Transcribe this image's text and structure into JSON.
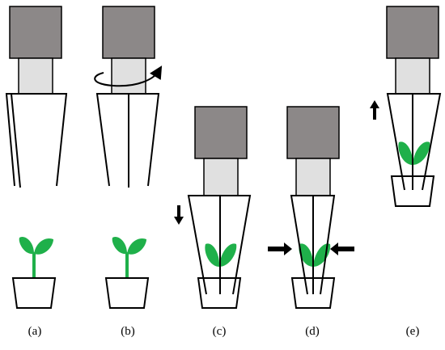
{
  "panels": [
    {
      "id": "a",
      "label": "(a)"
    },
    {
      "id": "b",
      "label": "(b)"
    },
    {
      "id": "c",
      "label": "(c)"
    },
    {
      "id": "d",
      "label": "(d)"
    },
    {
      "id": "e",
      "label": "(e)"
    }
  ],
  "colors": {
    "actuator_body": "#8c8888",
    "actuator_shaft": "#e0e0e0",
    "outline": "#000000",
    "leaf": "#1fb04a",
    "background": "#ffffff"
  },
  "icons": {
    "rotate": "curved-rotate-arrow-icon",
    "down": "arrow-down-icon",
    "up": "arrow-up-icon",
    "squeeze_left": "arrow-right-icon",
    "squeeze_right": "arrow-left-icon"
  }
}
